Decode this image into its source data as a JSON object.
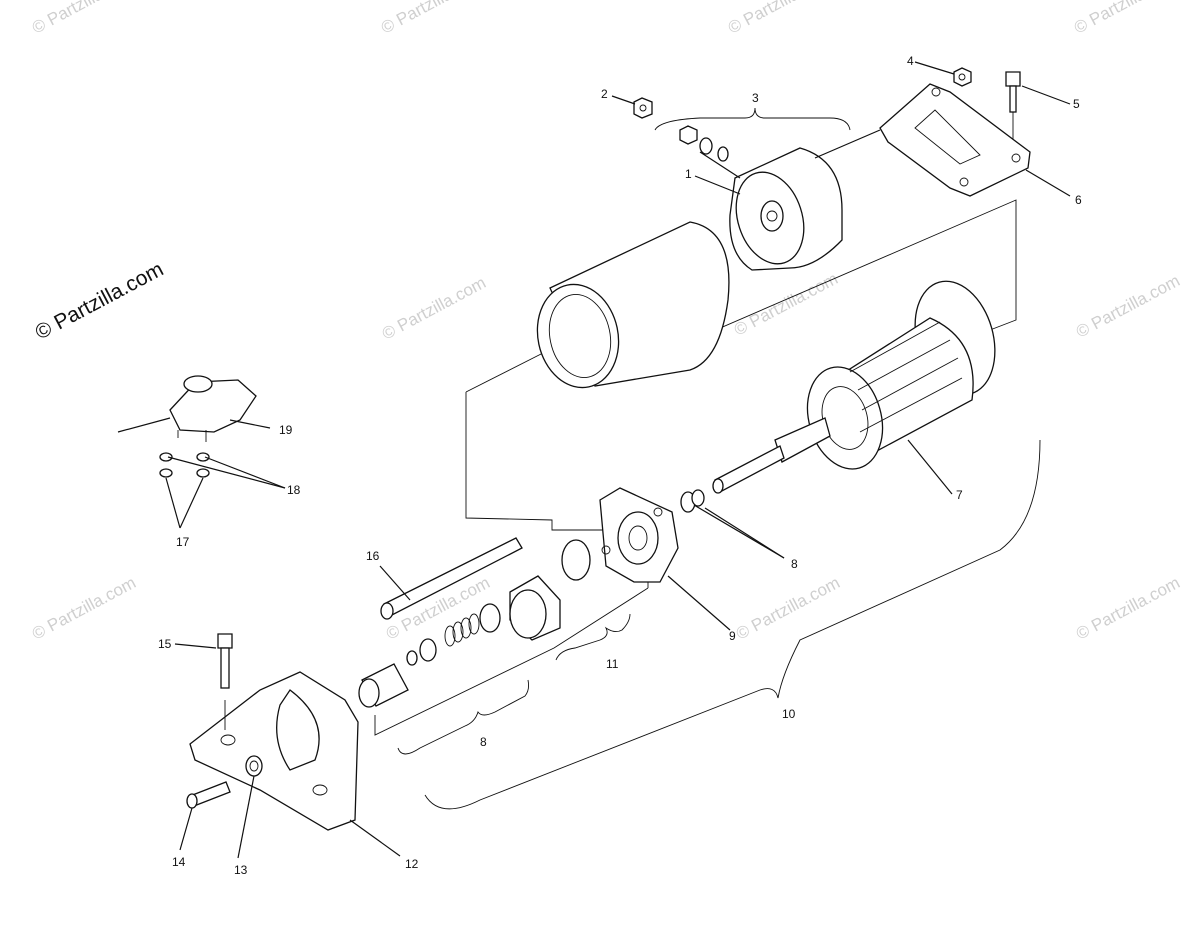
{
  "diagram": {
    "copyright": "© Partzilla.com",
    "watermark": "© Partzilla.com",
    "callouts": {
      "c1": "1",
      "c2": "2",
      "c3": "3",
      "c4": "4",
      "c5": "5",
      "c6": "6",
      "c7": "7",
      "c8a": "8",
      "c8b": "8",
      "c9": "9",
      "c10": "10",
      "c11": "11",
      "c12": "12",
      "c13": "13",
      "c14": "14",
      "c15": "15",
      "c16": "16",
      "c17": "17",
      "c18": "18",
      "c19": "19"
    }
  },
  "colors": {
    "line": "#111111",
    "watermark": "#cfcfcf",
    "background": "#ffffff"
  }
}
